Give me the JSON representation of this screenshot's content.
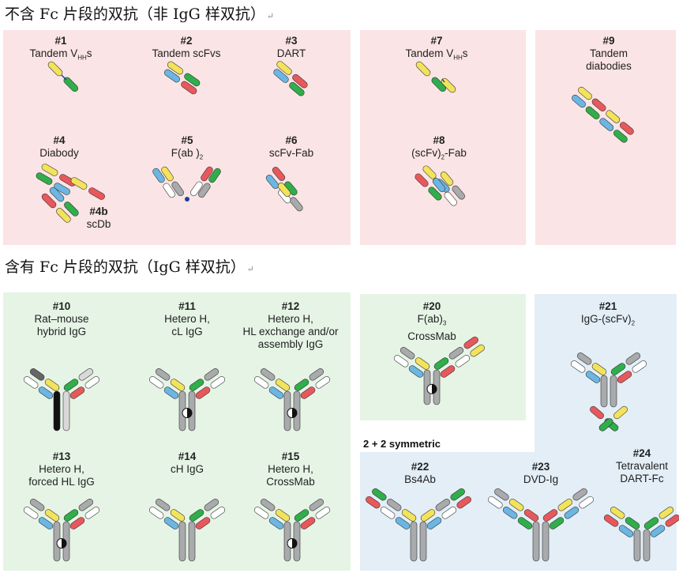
{
  "headings": {
    "no_fc": "不含 Fc 片段的双抗（非 IgG 样双抗）",
    "with_fc": "含有 Fc 片段的双抗（IgG 样双抗）",
    "return_mark": "↵"
  },
  "colors": {
    "pink_panel": "#fbe4e5",
    "green_panel": "#e6f4e6",
    "blue_panel": "#e3eef7",
    "yellow": "#f3e35a",
    "green": "#2fae4a",
    "blue": "#6bb6e2",
    "red": "#e8585b",
    "grey": "#a9aaac",
    "linker": "#1f3d99"
  },
  "formats": [
    {
      "id": "1",
      "num": "#1",
      "name": "Tandem V",
      "sub": "HH",
      "suffix": "s"
    },
    {
      "id": "2",
      "num": "#2",
      "name": "Tandem scFvs"
    },
    {
      "id": "3",
      "num": "#3",
      "name": "DART"
    },
    {
      "id": "4",
      "num": "#4",
      "name": "Diabody"
    },
    {
      "id": "4b",
      "num": "#4b",
      "name": "scDb"
    },
    {
      "id": "5",
      "num": "#5",
      "name": "F(ab )",
      "sub": "2"
    },
    {
      "id": "6",
      "num": "#6",
      "name": "scFv-Fab"
    },
    {
      "id": "7",
      "num": "#7",
      "name": "Tandem V",
      "sub": "HH",
      "suffix": "s"
    },
    {
      "id": "8",
      "num": "#8",
      "name": "(scFv)",
      "sub": "2",
      "suffix": "-Fab"
    },
    {
      "id": "9",
      "num": "#9",
      "name": "Tandem",
      "line2": "diabodies"
    },
    {
      "id": "10",
      "num": "#10",
      "name": "Rat–mouse",
      "line2": "hybrid IgG"
    },
    {
      "id": "11",
      "num": "#11",
      "name": "Hetero H,",
      "line2": "cL IgG"
    },
    {
      "id": "12",
      "num": "#12",
      "name": "Hetero H,",
      "line2": "HL exchange and/or",
      "line3": "assembly IgG"
    },
    {
      "id": "13",
      "num": "#13",
      "name": "Hetero H,",
      "line2": "forced HL IgG"
    },
    {
      "id": "14",
      "num": "#14",
      "name": "cH IgG"
    },
    {
      "id": "15",
      "num": "#15",
      "name": "Hetero H,",
      "line2": "CrossMab"
    },
    {
      "id": "20",
      "num": "#20",
      "name": "F(ab)",
      "sub": "3",
      "line2": "CrossMab"
    },
    {
      "id": "21",
      "num": "#21",
      "name": "IgG-(scFv)",
      "sub": "2"
    },
    {
      "id": "22",
      "num": "#22",
      "name": "Bs4Ab"
    },
    {
      "id": "23",
      "num": "#23",
      "name": "DVD-Ig"
    },
    {
      "id": "24",
      "num": "#24",
      "name": "Tetravalent",
      "line2": "DART-Fc"
    }
  ],
  "section_label": "2 + 2 symmetric"
}
